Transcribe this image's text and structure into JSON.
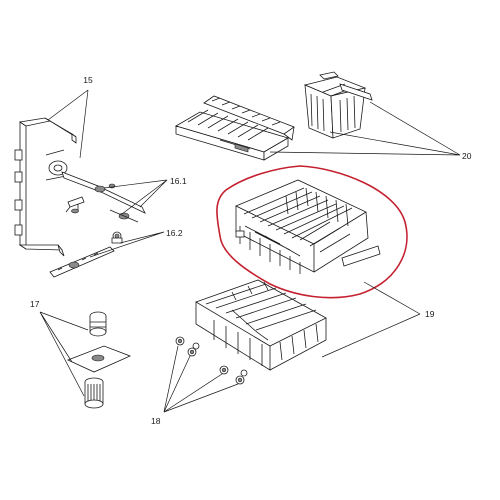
{
  "diagram": {
    "callouts": [
      {
        "id": "15",
        "label": "15"
      },
      {
        "id": "16-1",
        "label": "16.1"
      },
      {
        "id": "16-2",
        "label": "16.2"
      },
      {
        "id": "17",
        "label": "17"
      },
      {
        "id": "18",
        "label": "18"
      },
      {
        "id": "19",
        "label": "19"
      },
      {
        "id": "20",
        "label": "20"
      }
    ],
    "highlight": {
      "part": "19",
      "color": "#c4202f"
    }
  }
}
